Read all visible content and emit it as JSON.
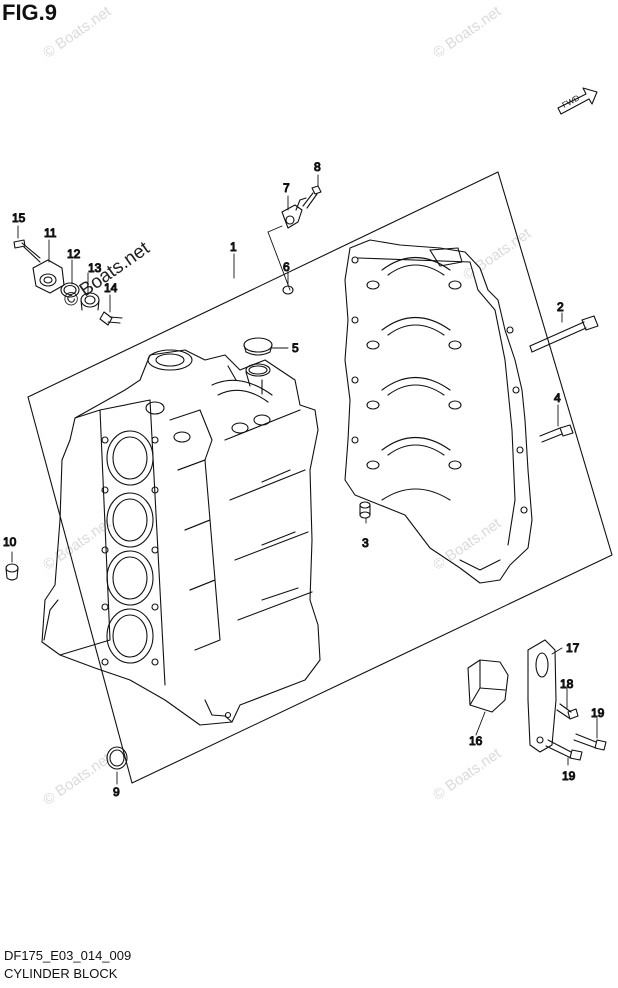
{
  "figure_label": "FIG.9",
  "footer": {
    "code": "DF175_E03_014_009",
    "title": "CYLINDER BLOCK"
  },
  "fwd_arrow_label": "FWD",
  "watermarks": {
    "strong": "© Boats.net",
    "faint": "© Boats.net"
  },
  "callouts": {
    "c1": "1",
    "c2": "2",
    "c3": "3",
    "c4": "4",
    "c5": "5",
    "c6": "6",
    "c7": "7",
    "c8": "8",
    "c9": "9",
    "c10": "10",
    "c11": "11",
    "c12": "12",
    "c13": "13",
    "c14": "14",
    "c15": "15",
    "c16": "16",
    "c17": "17",
    "c18": "18",
    "c19a": "19",
    "c19b": "19"
  }
}
